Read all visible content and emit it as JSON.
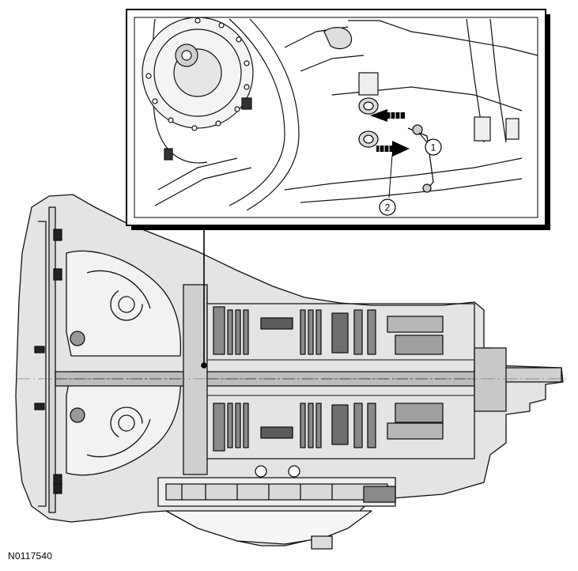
{
  "figure": {
    "id_label": "N0117540",
    "callouts": [
      {
        "number": "1"
      },
      {
        "number": "2"
      }
    ]
  }
}
